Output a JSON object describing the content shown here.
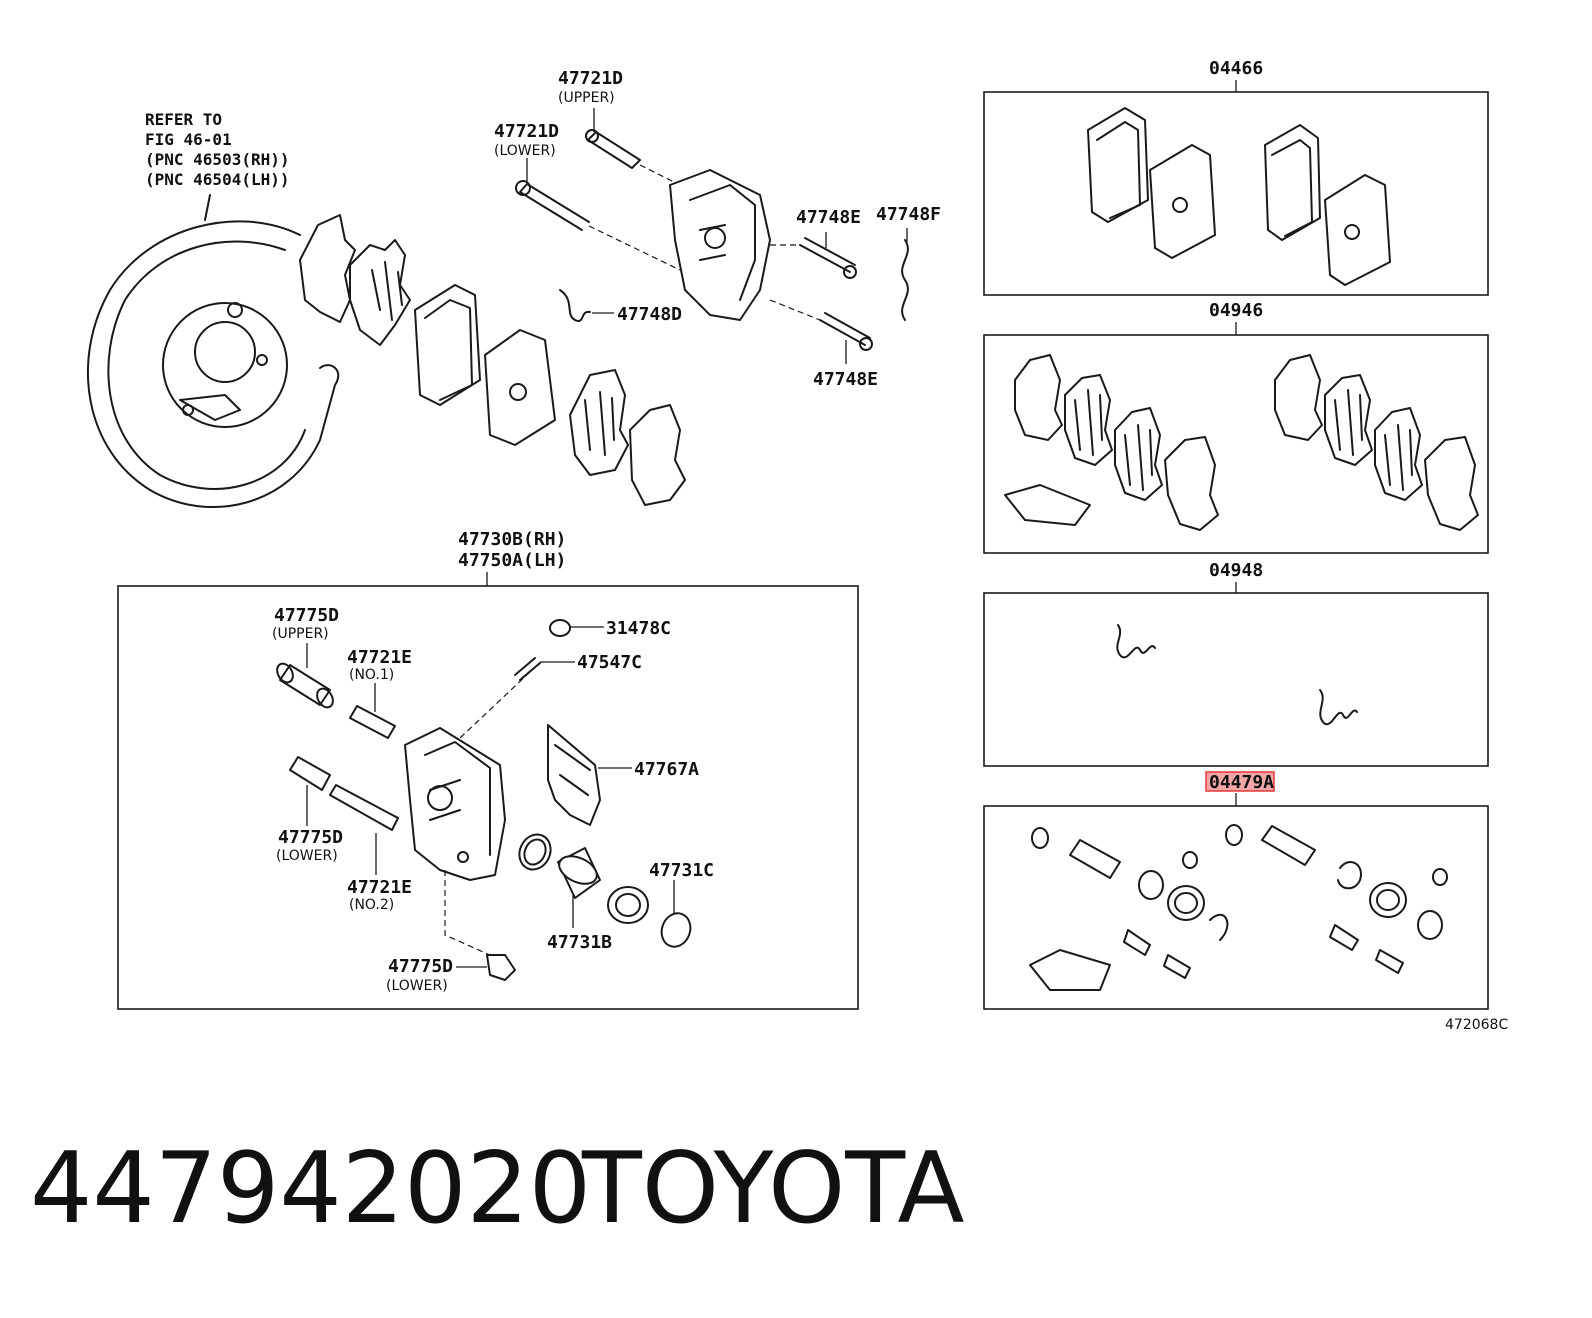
{
  "labels": {
    "refer_to": "REFER TO",
    "fig": "FIG 46-01",
    "pnc_rh": "(PNC 46503(RH))",
    "pnc_lh": "(PNC 46504(LH))",
    "bolt_upper": "47721D",
    "bolt_upper_note": "(UPPER)",
    "bolt_lower": "47721D",
    "bolt_lower_note": "(LOWER)",
    "pin_e_top": "47748E",
    "spring_f": "47748F",
    "clip_d": "47748D",
    "pin_e_bottom": "47748E",
    "caliper_rh": "47730B(RH)",
    "caliper_lh": "47750A(LH)",
    "boot_upper": "47775D",
    "boot_upper_note": "(UPPER)",
    "slide_pin_1": "47721E",
    "slide_pin_1_note": "(NO.1)",
    "bleeder_cap": "31478C",
    "bleeder_plug": "47547C",
    "support_plate": "47767A",
    "boot_lower": "47775D",
    "boot_lower_note": "(LOWER)",
    "slide_pin_2": "47721E",
    "slide_pin_2_note": "(NO.2)",
    "piston_seal": "47731C",
    "piston": "47731B",
    "boot_lower_2": "47775D",
    "boot_lower_2_note": "(LOWER)",
    "kit_pads": "04466",
    "kit_shims": "04946",
    "kit_springs": "04948",
    "kit_cylinder": "04479A",
    "figure_no": "472068C"
  },
  "caption": {
    "part_number": "447942020",
    "brand": "TOYOTA"
  },
  "colors": {
    "highlight": "#e53935",
    "highlight_fill": "#f4a6a6"
  }
}
